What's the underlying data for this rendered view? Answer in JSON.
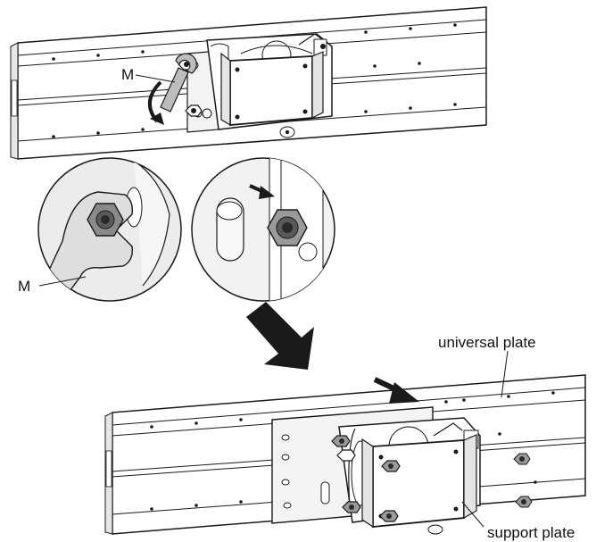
{
  "labels": {
    "wrench_top": "M",
    "wrench_detail": "M",
    "universal_plate": "universal plate",
    "support_plate": "support plate"
  },
  "colors": {
    "line": "#1a1a1a",
    "plate_fill": "#ffffff",
    "detail_fill": "#e9e9e9",
    "dark_fill": "#3a3a3a",
    "shadow": "#cfcfcf"
  },
  "icons": {
    "rotation_arrow": "curved-arrow-icon",
    "push_arrow": "push-arrow-icon",
    "step_arrow": "big-down-arrow-icon"
  }
}
